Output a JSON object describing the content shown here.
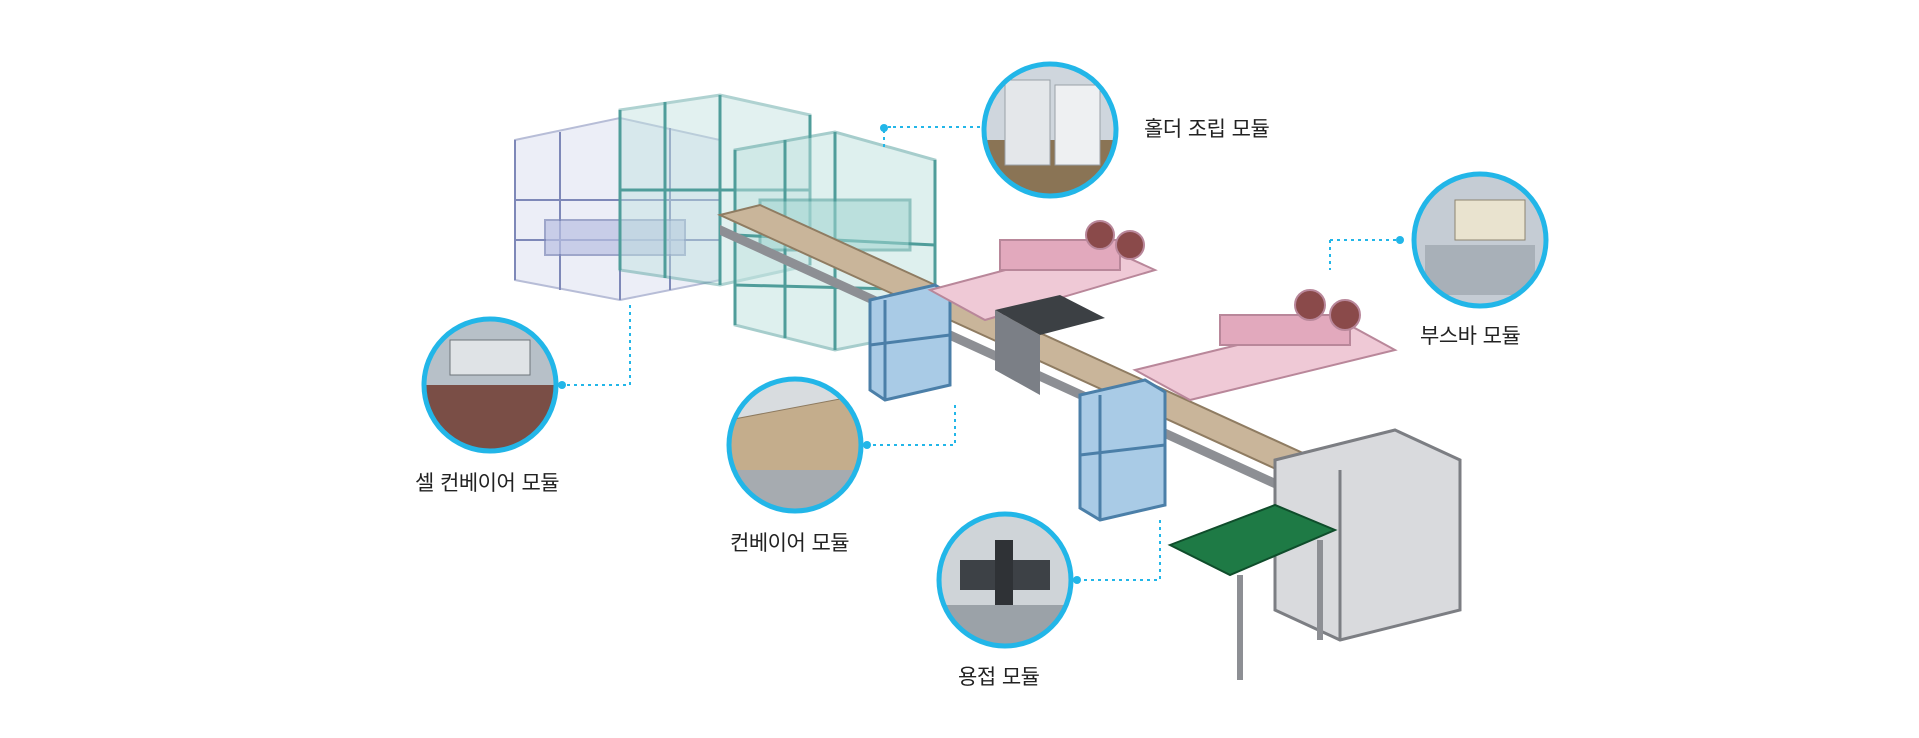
{
  "modules": {
    "holder": {
      "label": "홀더 조립 모듈"
    },
    "busbar": {
      "label": "부스바 모듈"
    },
    "cell_conveyor": {
      "label": "셀 컨베이어 모듈"
    },
    "conveyor": {
      "label": "컨베이어 모듈"
    },
    "welding": {
      "label": "용접 모듈"
    }
  },
  "colors": {
    "callout_line": "#22b6e8",
    "ring": "#22b6e8",
    "cell_conveyor_frame": "#9aa6d6",
    "enclosure_frame": "#5fa9a6",
    "blue_station": "#7fb1d8",
    "pink_station": "#e9b7c8",
    "conveyor_body": "#c9b59a",
    "green_belt": "#1e7a45",
    "dark_frame": "#9c9ea3"
  }
}
